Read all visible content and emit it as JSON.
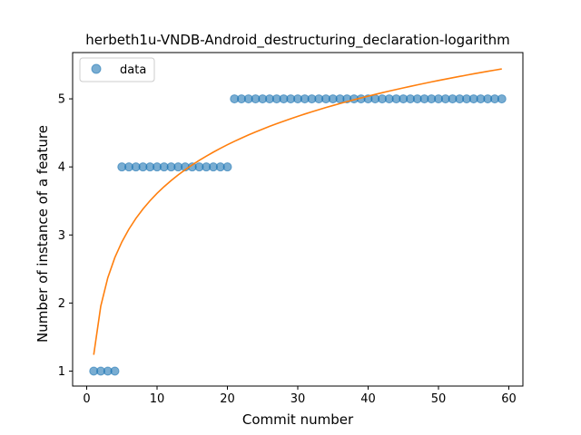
{
  "chart_data": {
    "type": "scatter",
    "title": "herbeth1u-VNDB-Android_destructuring_declaration-logarithm",
    "xlabel": "Commit number",
    "ylabel": "Number of instance of a feature",
    "xlim": [
      -2,
      62
    ],
    "ylim": [
      0.78,
      5.68
    ],
    "xticks": [
      0,
      10,
      20,
      30,
      40,
      50,
      60
    ],
    "yticks": [
      1,
      2,
      3,
      4,
      5
    ],
    "grid": false,
    "legend_position": "top-left",
    "series": [
      {
        "name": "data",
        "kind": "scatter",
        "color": "#1f77b4",
        "x": [
          1,
          2,
          3,
          4,
          5,
          6,
          7,
          8,
          9,
          10,
          11,
          12,
          13,
          14,
          15,
          16,
          17,
          18,
          19,
          20,
          21,
          22,
          23,
          24,
          25,
          26,
          27,
          28,
          29,
          30,
          31,
          32,
          33,
          34,
          35,
          36,
          37,
          38,
          39,
          40,
          41,
          42,
          43,
          44,
          45,
          46,
          47,
          48,
          49,
          50,
          51,
          52,
          53,
          54,
          55,
          56,
          57,
          58,
          59
        ],
        "y": [
          1,
          1,
          1,
          1,
          4,
          4,
          4,
          4,
          4,
          4,
          4,
          4,
          4,
          4,
          4,
          4,
          4,
          4,
          4,
          4,
          5,
          5,
          5,
          5,
          5,
          5,
          5,
          5,
          5,
          5,
          5,
          5,
          5,
          5,
          5,
          5,
          5,
          5,
          5,
          5,
          5,
          5,
          5,
          5,
          5,
          5,
          5,
          5,
          5,
          5,
          5,
          5,
          5,
          5,
          5,
          5,
          5,
          5,
          5
        ]
      },
      {
        "kind": "line",
        "color": "#ff7f0e",
        "fit_a": 1.24,
        "fit_b": 1.03,
        "fit_form": "a + b*ln(x)",
        "x_range": [
          1,
          59
        ]
      }
    ]
  }
}
